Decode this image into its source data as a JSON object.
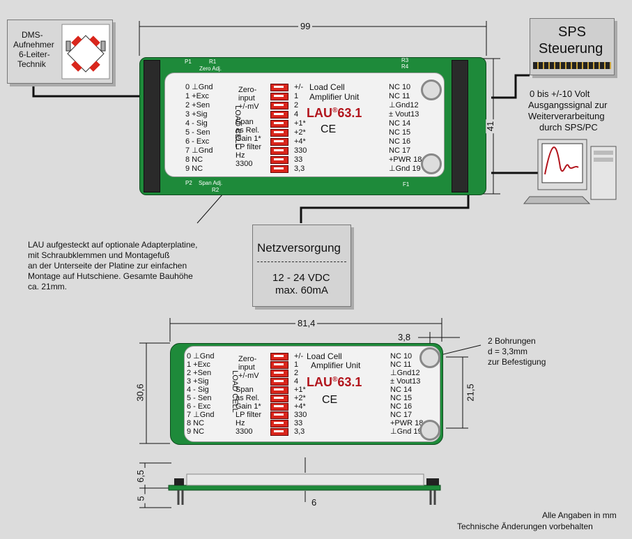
{
  "sensor_box": {
    "lines": [
      "DMS-",
      "Aufnehmer",
      "6-Leiter-",
      "Technik"
    ]
  },
  "sps_box": {
    "title": "SPS",
    "subtitle": "Steuerung"
  },
  "sps_caption": [
    "0 bis +/-10 Volt",
    "Ausgangssignal zur",
    "Weiterverarbeitung",
    "durch SPS/PC"
  ],
  "power_box": {
    "title": "Netzversorgung",
    "voltage": "12 - 24 VDC",
    "current": "max. 60mA"
  },
  "mounting_note": [
    "LAU aufgesteckt auf optionale Adapterplatine,",
    "mit Schraubklemmen und Montagefuß",
    "an der Unterseite der Platine zur einfachen",
    "Montage auf Hutschiene. Gesamte Bauhöhe",
    "ca. 21mm."
  ],
  "holes_note": [
    "2 Bohrungen",
    "d = 3,3mm",
    "zur Befestigung"
  ],
  "dims": {
    "width_top": "99",
    "height_top": "41",
    "width_mid": "81,4",
    "hole_offset": "3,8",
    "height_mid": "30,6",
    "pitch": "21,5",
    "side_h1": "6,5",
    "side_h2": "5",
    "side_w": "6"
  },
  "footer": [
    "Alle Angaben in mm",
    "Technische Änderungen vorbehalten"
  ],
  "board": {
    "p1": "P1",
    "r1": "R1",
    "zero_adj": "Zero Adj.",
    "p2": "P2",
    "r2": "R2",
    "span_adj": "Span Adj.",
    "r3": "R3",
    "r4": "R4",
    "f1": "F1",
    "load_cell_vertical": "LOAD CELL",
    "left_pins": [
      "0 ⊥Gnd",
      "1 +Exc",
      "2 +Sen",
      "3 +Sig",
      "4 - Sig",
      "5 - Sen",
      "6 - Exc",
      "7 ⊥Gnd",
      "8   NC",
      "9   NC"
    ],
    "switch_groups": [
      "Zero-",
      "input",
      "+/-mV",
      "Span",
      "as Rel.",
      "Gain 1*",
      "LP filter",
      "Hz",
      "3300"
    ],
    "switch_values": [
      "+/-",
      "1",
      "2",
      "4",
      "+1*",
      "+2*",
      "+4*",
      "330",
      "33",
      "3,3"
    ],
    "unit_title": [
      "Load Cell",
      "Amplifier Unit"
    ],
    "logo": "LAU",
    "logo_sup": "®",
    "logo_model": "63.1",
    "ce": "CE",
    "right_pins": [
      "NC   10",
      "NC   11",
      "⊥Gnd12",
      "± Vout13",
      "NC   14",
      "NC   15",
      "NC   16",
      "NC   17",
      "+PWR 18",
      "⊥Gnd 19"
    ]
  }
}
